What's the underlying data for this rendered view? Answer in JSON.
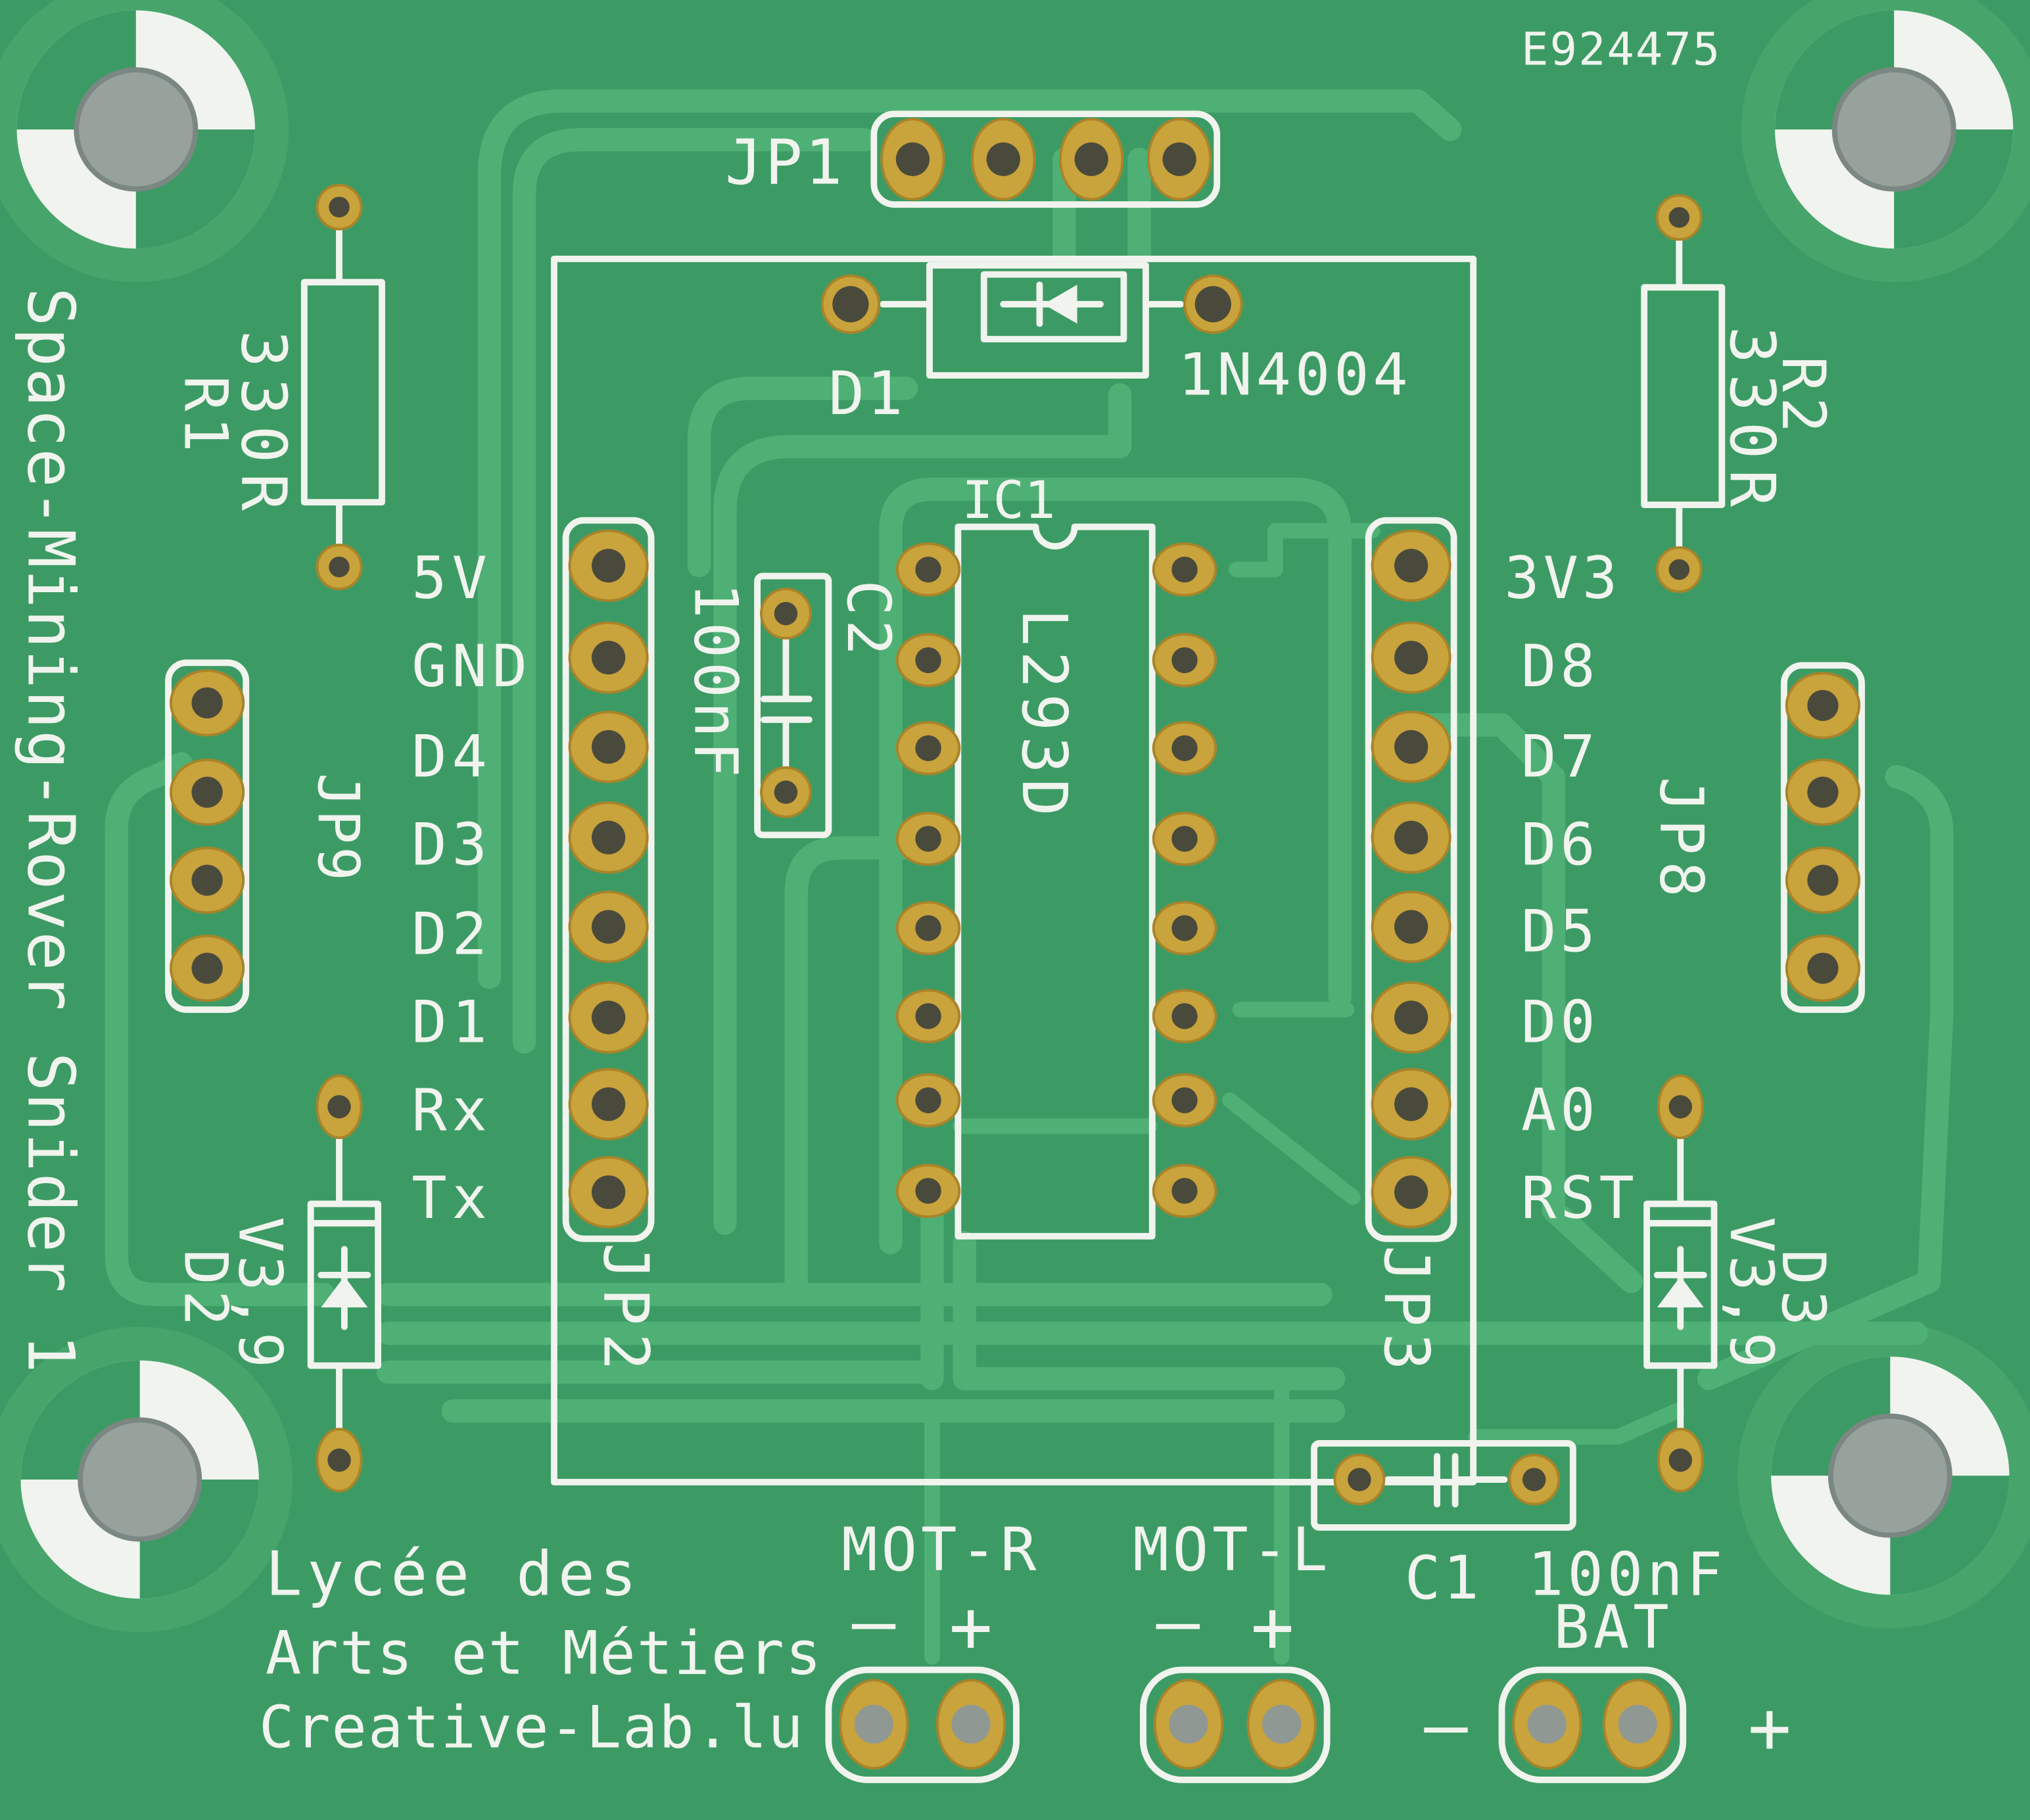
{
  "board": {
    "fab_code": "E924475",
    "name": "Space-Mining-Rover Snider 1"
  },
  "headers": {
    "jp1": "JP1",
    "jp2": "JP2",
    "jp3": "JP3",
    "jp8": "JP8",
    "jp9": "JP9"
  },
  "components": {
    "d1": {
      "ref": "D1",
      "value": "1N4004"
    },
    "d2": {
      "ref": "D2",
      "value": "V3,9"
    },
    "d3": {
      "ref": "D3",
      "value": "V3,9"
    },
    "ic1": {
      "ref": "IC1",
      "value": "L293D"
    },
    "c1": {
      "ref": "C1",
      "value": "100nF"
    },
    "c2": {
      "ref": "C2",
      "value": "100nF"
    },
    "r1": {
      "ref": "R1",
      "value": "330R"
    },
    "r2": {
      "ref": "R2",
      "value": "330R"
    }
  },
  "pins_left": [
    "5V",
    "GND",
    "D4",
    "D3",
    "D2",
    "D1",
    "Rx",
    "Tx"
  ],
  "pins_right": [
    "3V3",
    "D8",
    "D7",
    "D6",
    "D5",
    "D0",
    "A0",
    "RST"
  ],
  "connectors": {
    "mot_r": {
      "label": "MOT-R",
      "minus": "–",
      "plus": "+"
    },
    "mot_l": {
      "label": "MOT-L",
      "minus": "–",
      "plus": "+"
    },
    "bat": {
      "label": "BAT",
      "minus": "–",
      "plus": "+"
    }
  },
  "school": {
    "line1": "Lycée des",
    "line2": "Arts et Métiers",
    "line3": "Creative-Lab.lu"
  },
  "colors": {
    "board": "#3c9b64",
    "board_clear": "#47a56c",
    "trace": "#4fb075",
    "silkscreen": "#f1f4ee",
    "pad": "#c9a33b",
    "hole": "#4a4a3c",
    "mount_hole": "#98a29d"
  }
}
